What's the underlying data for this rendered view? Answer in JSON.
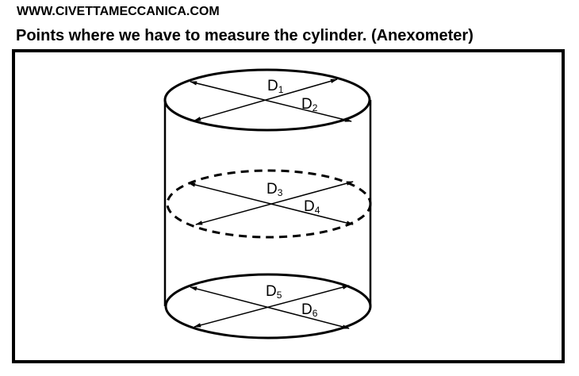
{
  "header": {
    "site": "WWW.CIVETTAMECCANICA.COM",
    "title": "Points where we have to measure the cylinder. (Anexometer)"
  },
  "diagram": {
    "labels": [
      {
        "letter": "D",
        "index": "1"
      },
      {
        "letter": "D",
        "index": "2"
      },
      {
        "letter": "D",
        "index": "3"
      },
      {
        "letter": "D",
        "index": "4"
      },
      {
        "letter": "D",
        "index": "5"
      },
      {
        "letter": "D",
        "index": "6"
      }
    ]
  }
}
